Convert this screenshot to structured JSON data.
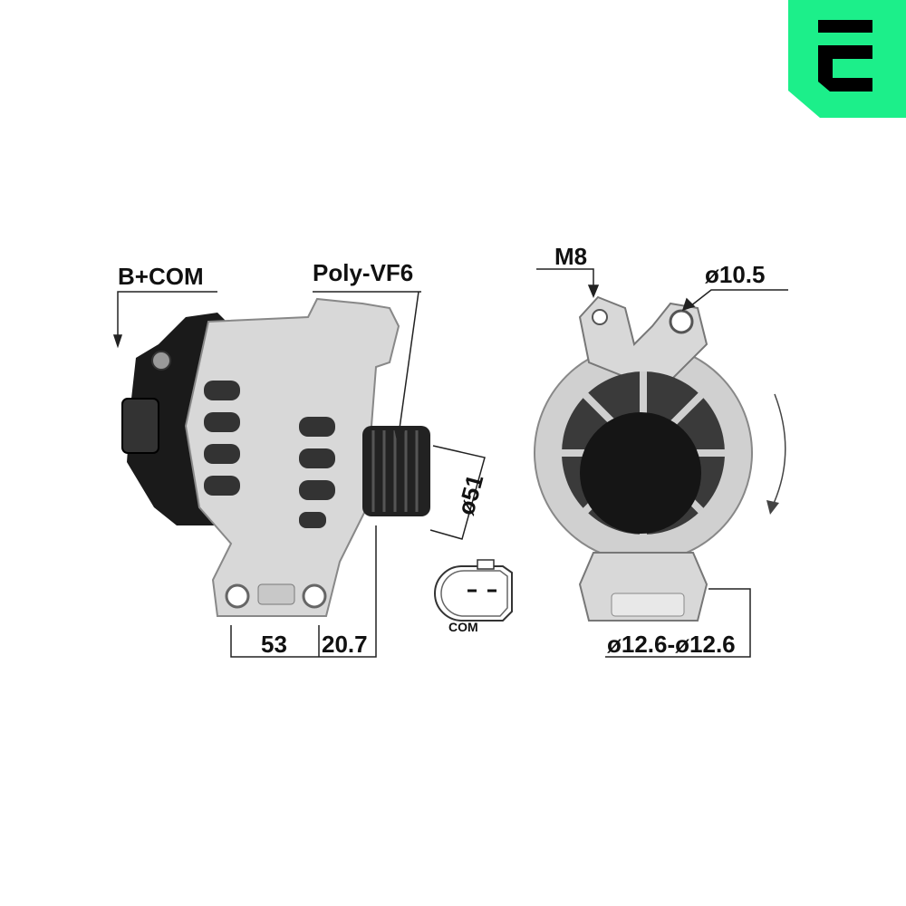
{
  "brand": {
    "logo_letter": "E",
    "accent": "#1cef8a"
  },
  "labels": {
    "terminal": "B+COM",
    "pulley": "Poly-VF6",
    "pulley_diameter": "ø51",
    "width_1": "53",
    "width_2": "20.7",
    "connector": "COM",
    "thread": "M8",
    "hole_top": "ø10.5",
    "hole_bottom": "ø12.6-ø12.6"
  }
}
